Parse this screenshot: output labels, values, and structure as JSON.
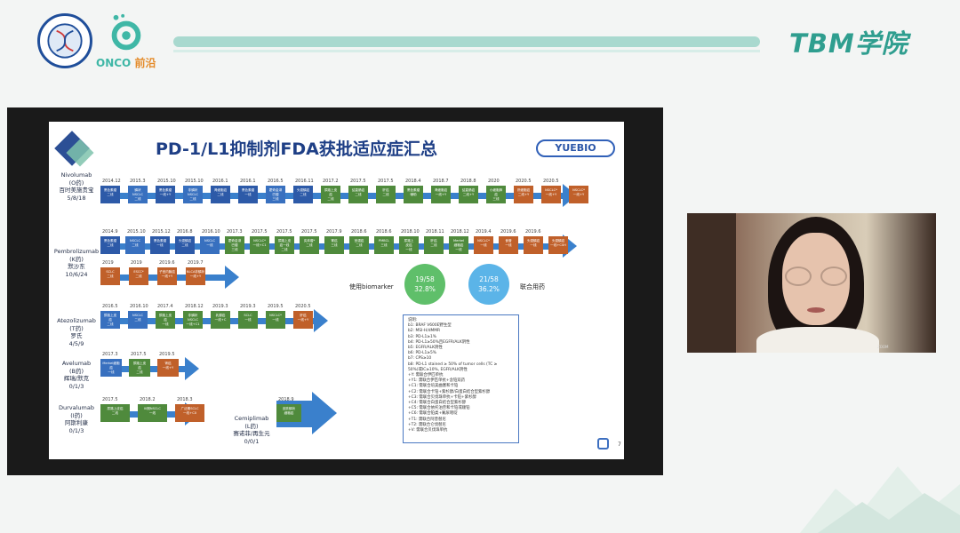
{
  "header": {
    "association_logo_icon": "dna-globe-seal-icon",
    "onco_logo_icon": "onco-ring-icon",
    "onco_brand": {
      "latin": "ONCO",
      "cn": "前沿"
    },
    "academy": "TBM学院",
    "colors": {
      "teal": "#2f9e8f",
      "bar": "#a9d9cf"
    }
  },
  "slide": {
    "title": "PD-1/L1抑制剂FDA获批适应症汇总",
    "brand": "YUEBIO",
    "page_number": "7",
    "drugs": [
      {
        "name": "Nivolumab",
        "code": "(O药)",
        "company": "百时美施贵宝",
        "counts": "5/8/18"
      },
      {
        "name": "Pembrolizumab",
        "code": "(K药)",
        "company": "默沙东",
        "counts": "10/6/24"
      },
      {
        "name": "Atezolizumab",
        "code": "(T药)",
        "company": "罗氏",
        "counts": "4/5/9"
      },
      {
        "name": "Avelumab",
        "code": "(B药)",
        "company": "辉瑞/默克",
        "counts": "0/1/3"
      },
      {
        "name": "Durvalumab",
        "code": "(I药)",
        "company": "阿斯利康",
        "counts": "0/1/3"
      },
      {
        "name": "Cemiplimab",
        "code": "(L药)",
        "company": "赛诺菲/再生元",
        "counts": "0/0/1"
      }
    ],
    "lanes": [
      {
        "dates": [
          "2014.12",
          "2015.3",
          "2015.10",
          "2015.10",
          "2016.1",
          "2016.1",
          "2016.5",
          "2016.11",
          "2017.2",
          "2017.5",
          "2017.5",
          "2018.4",
          "2018.7",
          "2018.8",
          "2020",
          "2020.5",
          "2020.5"
        ],
        "boxes": [
          {
            "t": "黑色素瘤\n二线",
            "c": "#2d5aa8"
          },
          {
            "t": "鳞状\nNSCLC\n二线",
            "c": "#3870bf"
          },
          {
            "t": "黑色素瘤\n一线+Y",
            "c": "#2d5aa8"
          },
          {
            "t": "非鳞状\nNSCLC\n二线",
            "c": "#3870bf"
          },
          {
            "t": "肾细胞癌\n二线",
            "c": "#2d5aa8"
          },
          {
            "t": "黑色素瘤\n一线",
            "c": "#2d5aa8"
          },
          {
            "t": "霍奇金淋\n巴瘤\n三线",
            "c": "#3870bf"
          },
          {
            "t": "头颈鳞癌\n二线",
            "c": "#2d5aa8"
          },
          {
            "t": "尿路上皮\n癌\n二线",
            "c": "#4f8a3c"
          },
          {
            "t": "结直肠癌\n二线",
            "c": "#4f8a3c"
          },
          {
            "t": "肝癌\n二线",
            "c": "#4f8a3c"
          },
          {
            "t": "黑色素瘤\n辅助",
            "c": "#4f8a3c"
          },
          {
            "t": "肾细胞癌\n一线+Y",
            "c": "#4f8a3c"
          },
          {
            "t": "结直肠癌\n二线+Y",
            "c": "#4f8a3c"
          },
          {
            "t": "小细胞肺\n癌\n三线",
            "c": "#4f8a3c"
          },
          {
            "t": "肝细胞癌\n二线+Y",
            "c": "#c0602a"
          },
          {
            "t": "NSCLC*\n一线+Y",
            "c": "#c0602a"
          },
          {
            "t": "NSCLC*\n一线+Y",
            "c": "#c0602a"
          }
        ]
      },
      {
        "dates": [
          "2014.9",
          "2015.10",
          "2015.12",
          "2016.8",
          "2016.10",
          "2017.3",
          "2017.5",
          "2017.5",
          "2017.5",
          "2017.9",
          "2018.6",
          "2018.6",
          "2018.10",
          "2018.11",
          "2018.12",
          "2019.4",
          "2019.6",
          "2019.6"
        ],
        "boxes": [
          {
            "t": "黑色素瘤\n二线",
            "c": "#2d5aa8"
          },
          {
            "t": "NSCLC\n二线",
            "c": "#3870bf"
          },
          {
            "t": "黑色素瘤\n一线",
            "c": "#2d5aa8"
          },
          {
            "t": "头颈鳞癌\n二线",
            "c": "#2d5aa8"
          },
          {
            "t": "NSCLC\n一线",
            "c": "#3870bf"
          },
          {
            "t": "霍奇金淋\n巴瘤\n三线",
            "c": "#4f8a3c"
          },
          {
            "t": "NSCLC*\n一线+C1",
            "c": "#4f8a3c"
          },
          {
            "t": "尿路上皮\n癌一线\n二线",
            "c": "#4f8a3c"
          },
          {
            "t": "实体瘤*\n二线",
            "c": "#4f8a3c"
          },
          {
            "t": "胃癌\n三线",
            "c": "#4f8a3c"
          },
          {
            "t": "宫颈癌\n二线",
            "c": "#4f8a3c"
          },
          {
            "t": "PMBCL\n三线",
            "c": "#4f8a3c"
          },
          {
            "t": "尿路上\n皮癌\n一线",
            "c": "#4f8a3c"
          },
          {
            "t": "肝癌\n二线",
            "c": "#4f8a3c"
          },
          {
            "t": "Merkel\n细胞癌\n一线",
            "c": "#4f8a3c"
          },
          {
            "t": "NSCLC*\n一线",
            "c": "#c0602a"
          },
          {
            "t": "食管\n一线",
            "c": "#c0602a"
          },
          {
            "t": "头颈鳞癌\n一线",
            "c": "#c0602a"
          },
          {
            "t": "头颈鳞癌\n一线+C0H",
            "c": "#c0602a"
          }
        ]
      },
      {
        "dates": [
          "2019",
          "2019",
          "2019.6",
          "2019.7"
        ],
        "boxes": [
          {
            "t": "SCLC\n二线",
            "c": "#c0602a"
          },
          {
            "t": "ESCC*\n二线",
            "c": "#c0602a"
          },
          {
            "t": "子宫内膜癌\n一线+Y",
            "c": "#c0602a"
          },
          {
            "t": "NLCA非鳞状\n一线+Y",
            "c": "#c0602a"
          }
        ]
      },
      {
        "dates": [
          "2016.5",
          "2016.10",
          "2017.4",
          "2018.12",
          "2019.3",
          "2019.3",
          "2019.5",
          "2020.5"
        ],
        "boxes": [
          {
            "t": "尿路上皮\n癌\n二线",
            "c": "#3870bf"
          },
          {
            "t": "NSCLC\n二线",
            "c": "#3870bf"
          },
          {
            "t": "尿路上皮\n癌\n一线",
            "c": "#4f8a3c"
          },
          {
            "t": "非鳞状\nNSCLC\n一线+C1",
            "c": "#4f8a3c"
          },
          {
            "t": "乳腺癌\n一线+C",
            "c": "#4f8a3c"
          },
          {
            "t": "SCLC\n一线",
            "c": "#4f8a3c"
          },
          {
            "t": "NSCLC*\n一线",
            "c": "#4f8a3c"
          },
          {
            "t": "肝癌\n一线+Y",
            "c": "#c0602a"
          }
        ]
      },
      {
        "dates": [
          "2017.3",
          "2017.5",
          "2019.5"
        ],
        "boxes": [
          {
            "t": "Merkel细胞\n癌\n一线",
            "c": "#3870bf"
          },
          {
            "t": "尿路上皮\n癌\n二线",
            "c": "#4f8a3c"
          },
          {
            "t": "肾癌\n一线+Y",
            "c": "#c0602a"
          }
        ]
      },
      {
        "dates": [
          "2017.5",
          "2018.2",
          "2018.3"
        ],
        "boxes": [
          {
            "t": "尿路上皮癌\n二线",
            "c": "#4f8a3c"
          },
          {
            "t": "III期NSCLC\n一线",
            "c": "#4f8a3c"
          },
          {
            "t": "广泛期SCLC\n一线+C0",
            "c": "#c0602a"
          }
        ]
      },
      {
        "dates": [
          "2018.9"
        ],
        "boxes": [
          {
            "t": "皮肤鳞状\n细胞癌",
            "c": "#4f8a3c"
          }
        ]
      }
    ],
    "stats": [
      {
        "label": "使用biomarker",
        "fraction": "19/58",
        "percent": "32.8%",
        "color": "#5fbf6a"
      },
      {
        "label": "联合用药",
        "fraction": "21/58",
        "percent": "36.2%",
        "color": "#5bb4e8"
      }
    ],
    "legend_lines": [
      "说明:",
      "b1: BRAF V600E野生型",
      "b2: MSI-H/dMMR",
      "b3: PD-L1≥1%",
      "b4: PD-L1≥50%且EGFR/ALK阴性",
      "b5: EGFR/ALK阴性",
      "b6: PD-L1≥5%",
      "b7: CPS≥10",
      "b8: PD-L1 stained ≥ 50% of tumor cells (TC ≥",
      "50%)或IC≥10%, EGFR/ALK阴性",
      "+Y: 需联合伊匹单抗",
      "+Y1: 需联合伊匹单抗+含铂双药",
      "+C1: 需联合培美曲塞和卡铂",
      "+C2: 需联合卡铂+紫杉醇/白蛋白结合型紫杉醇",
      "+C3: 需联合贝伐珠单抗+卡铂+紫杉醇",
      "+C4: 需联合白蛋白结合型紫杉醇",
      "+C5: 需联合依托泊苷和卡铂或顺铂",
      "+C6: 需联合铂类+氟尿嘧啶",
      "+T1: 需联合阿昔替尼",
      "+T2: 需联合仑伐替尼",
      "+V: 需联合贝伐珠单抗"
    ]
  },
  "webcam": {
    "tag": "ZOOM"
  }
}
